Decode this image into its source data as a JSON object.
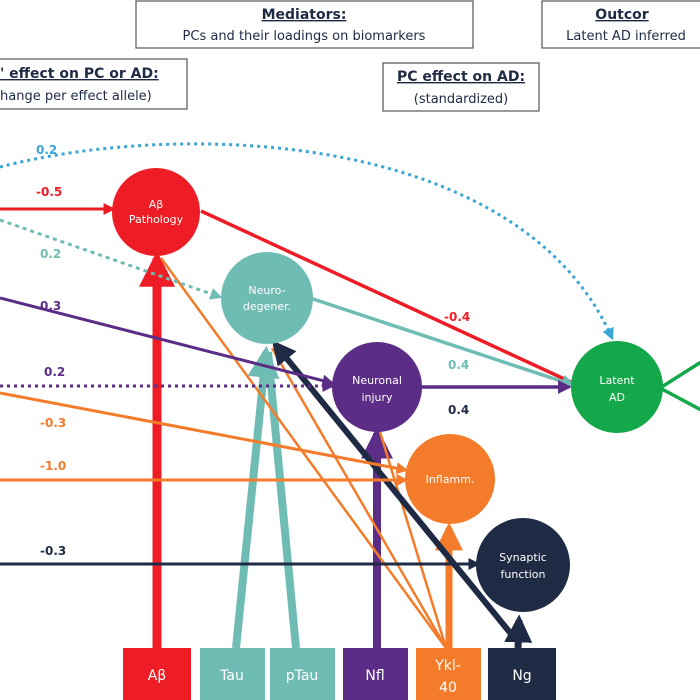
{
  "colors": {
    "red": "#ee1c24",
    "teal": "#6fbcb4",
    "purple": "#5b2d86",
    "orange": "#f47b2a",
    "navy": "#1f2a44",
    "green": "#14a84a",
    "lightblue": "#3aa6d6"
  },
  "headers": {
    "mediators": {
      "title": "Mediators:",
      "subtitle": "PCs and their loadings on biomarkers"
    },
    "outcome": {
      "title": "Outcor",
      "subtitle": "Latent AD inferred"
    },
    "snp_effect": {
      "title": "' effect on PC or AD:",
      "subtitle": "hange per effect allele)"
    },
    "pc_effect": {
      "title": "PC effect on AD:",
      "subtitle": "(standardized)"
    }
  },
  "nodes": {
    "abeta": {
      "line1": "Aβ",
      "line2": "Pathology"
    },
    "neuro": {
      "line1": "Neuro-",
      "line2": "degener."
    },
    "neuronal": {
      "line1": "Neuronal",
      "line2": "injury"
    },
    "inflamm": {
      "line1": "Inflamm."
    },
    "synaptic": {
      "line1": "Synaptic",
      "line2": "function"
    },
    "latent": {
      "line1": "Latent",
      "line2": "AD"
    }
  },
  "biomarkers": {
    "abeta": "Aβ",
    "tau": "Tau",
    "ptau": "pTau",
    "nfl": "Nfl",
    "ykl_line1": "Ykl-",
    "ykl_line2": "40",
    "ng": "Ng"
  },
  "edge_labels": {
    "snp_to_latent": "0.2",
    "snp_to_abeta": "-0.5",
    "snp_to_neuro": "0.2",
    "snp_to_neuronal_solid": "0.3",
    "snp_to_neuronal_dotted": "0.2",
    "snp_to_inflamm_a": "-0.3",
    "snp_to_inflamm_b": "-1.0",
    "snp_to_synaptic": "-0.3",
    "abeta_to_latent": "-0.4",
    "neuro_to_latent": "0.4",
    "neuronal_to_latent": "0.4"
  }
}
